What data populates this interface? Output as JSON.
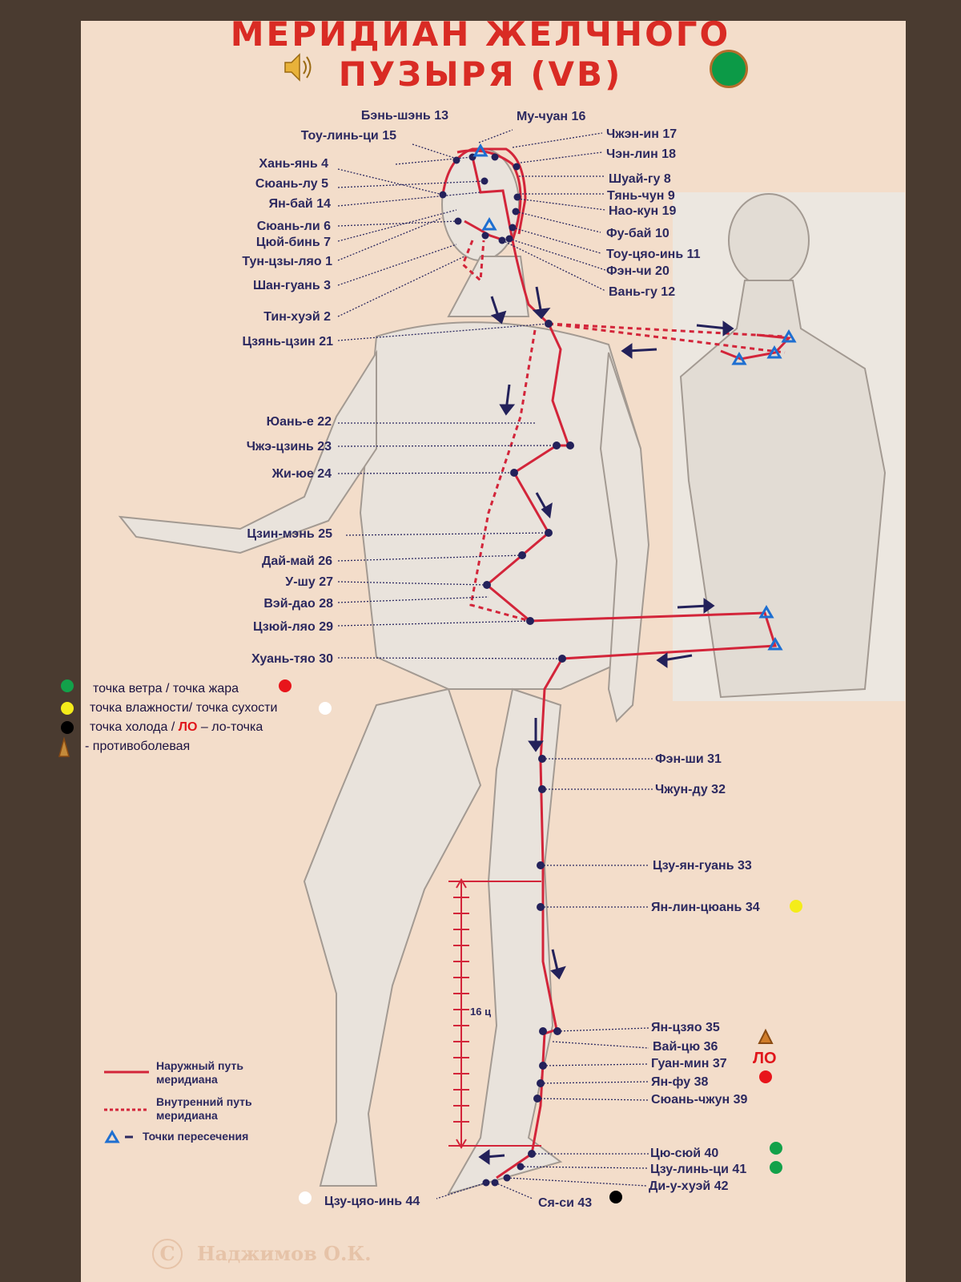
{
  "title": {
    "line1": "МЕРИДИАН ЖЕЛЧНОГО",
    "line2": "ПУЗЫРЯ (VB)"
  },
  "icons": {
    "speaker": "speaker-icon",
    "title_dot_color": "#0c9a47"
  },
  "points_left": [
    "Бэнь-шэнь 13",
    "Тоу-линь-ци 15",
    "Хань-янь 4",
    "Сюань-лу 5",
    "Ян-бай 14",
    "Сюань-ли 6",
    "Цюй-бинь 7",
    "Тун-цзы-ляо 1",
    "Шан-гуань 3",
    "Тин-хуэй 2",
    "Цзянь-цзин 21",
    "Юань-е 22",
    "Чжэ-цзинь 23",
    "Жи-юе 24",
    "Цзин-мэнь 25",
    "Дай-май 26",
    "У-шу 27",
    "Вэй-дао 28",
    "Цзюй-ляо 29",
    "Хуань-тяо 30"
  ],
  "points_right_head": [
    "Му-чуан 16",
    "Чжэн-ин 17",
    "Чэн-лин 18",
    "Шуай-гу 8",
    "Тянь-чун 9",
    "Нао-кун 19",
    "Фу-бай 10",
    "Тоу-цяо-инь 11",
    "Фэн-чи 20",
    "Вань-гу 12"
  ],
  "points_leg": [
    "Фэн-ши 31",
    "Чжун-ду 32",
    "Цзу-ян-гуань 33",
    "Ян-лин-цюань 34",
    "Ян-цзяо 35",
    "Вай-цю 36",
    "Гуан-мин 37",
    "Ян-фу 38",
    "Сюань-чжун 39",
    "Цю-сюй 40",
    "Цзу-линь-ци 41",
    "Ди-у-хуэй 42",
    "Ся-си 43",
    "Цзу-цяо-инь 44"
  ],
  "scale_label": "16 ц",
  "lo_mark": "ЛО",
  "legend": {
    "wind": "точка ветра",
    "sep1": " / ",
    "heat": "точка жара",
    "humidity": "точка влажности",
    "sep2": "/ ",
    "dryness": "точка сухости",
    "cold": "точка холода /",
    "lo": "ЛО",
    "lo_point": "– ло-точка",
    "anti_pain": "- противоболевая",
    "colors": {
      "wind": "#13a14a",
      "heat": "#e8151b",
      "humidity": "#f4ec1a",
      "dryness": "#ffffff",
      "cold": "#000000",
      "anti_pain": "#c48a3a"
    }
  },
  "key": {
    "outer_path": "Наружный путь меридиана",
    "inner_path": "Внутренний путь меридиана",
    "intersections": "Точки пересечения"
  },
  "footer": {
    "copyright": "C",
    "author": "Наджимов О.К."
  },
  "colors": {
    "meridian": "#d3253a",
    "point": "#23215a",
    "arrow": "#23215a",
    "intersection": "#1e6fd1"
  }
}
